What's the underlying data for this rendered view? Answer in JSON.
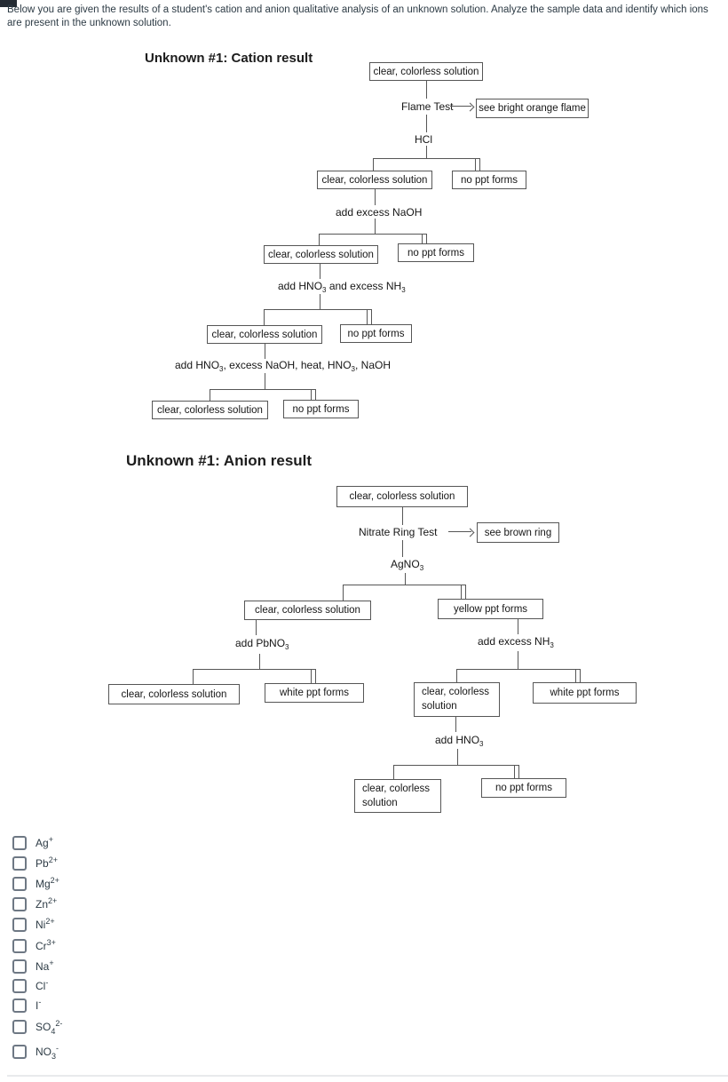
{
  "page": {
    "prompt": "Below you are given the results of a student's cation and anion qualitative analysis of an unknown solution. Analyze the sample data and identify which ions are present in the unknown solution."
  },
  "colors": {
    "body_text": "#2d3b45",
    "flowchart_line": "#565656"
  },
  "cation": {
    "title": "Unknown #1: Cation result",
    "root": "clear, colorless solution",
    "flame_test": {
      "label": "Flame Test",
      "result": "see bright orange flame"
    },
    "steps": [
      {
        "reagent": [
          {
            "t": "HCl"
          }
        ],
        "left": "clear, colorless solution",
        "right": "no ppt forms"
      },
      {
        "reagent": [
          {
            "t": "add excess NaOH"
          }
        ],
        "left": "clear, colorless solution",
        "right": "no ppt forms"
      },
      {
        "reagent": [
          {
            "t": "add HNO"
          },
          {
            "sub": "3"
          },
          {
            "t": " and excess NH"
          },
          {
            "sub": "3"
          }
        ],
        "left": "clear, colorless solution",
        "right": "no ppt forms"
      },
      {
        "reagent": [
          {
            "t": "add HNO"
          },
          {
            "sub": "3"
          },
          {
            "t": ", excess NaOH, heat, HNO"
          },
          {
            "sub": "3"
          },
          {
            "t": ", NaOH"
          }
        ],
        "left": "clear, colorless solution",
        "right": "no ppt forms"
      }
    ]
  },
  "anion": {
    "title": "Unknown #1: Anion result",
    "root": "clear, colorless solution",
    "ring_test": {
      "label": "Nitrate Ring Test",
      "result": "see brown ring"
    },
    "agno3": [
      {
        "t": "AgNO"
      },
      {
        "sub": "3"
      }
    ],
    "split": {
      "left": "clear, colorless solution",
      "right": "yellow ppt forms"
    },
    "pbno3_step": {
      "reagent": [
        {
          "t": "add PbNO"
        },
        {
          "sub": "3"
        }
      ],
      "left": "clear, colorless solution",
      "right": "white ppt forms"
    },
    "nh3_step": {
      "reagent": [
        {
          "t": "add excess NH"
        },
        {
          "sub": "3"
        }
      ],
      "left": "clear, colorless solution",
      "right": "white ppt forms"
    },
    "hno3_step": {
      "reagent": [
        {
          "t": "add HNO"
        },
        {
          "sub": "3"
        }
      ],
      "left": "clear, colorless solution",
      "right": "no ppt forms"
    }
  },
  "ions": [
    {
      "checked": false,
      "formula": [
        {
          "t": "Ag"
        },
        {
          "sup": "+"
        }
      ]
    },
    {
      "checked": false,
      "formula": [
        {
          "t": "Pb"
        },
        {
          "sup": "2+"
        }
      ]
    },
    {
      "checked": false,
      "formula": [
        {
          "t": "Mg"
        },
        {
          "sup": "2+"
        }
      ]
    },
    {
      "checked": false,
      "formula": [
        {
          "t": "Zn"
        },
        {
          "sup": "2+"
        }
      ]
    },
    {
      "checked": false,
      "formula": [
        {
          "t": "Ni"
        },
        {
          "sup": "2+"
        }
      ]
    },
    {
      "checked": false,
      "formula": [
        {
          "t": "Cr"
        },
        {
          "sup": "3+"
        }
      ]
    },
    {
      "checked": false,
      "formula": [
        {
          "t": "Na"
        },
        {
          "sup": "+"
        }
      ]
    },
    {
      "checked": false,
      "formula": [
        {
          "t": "Cl"
        },
        {
          "sup": "-"
        }
      ]
    },
    {
      "checked": false,
      "formula": [
        {
          "t": "I"
        },
        {
          "sup": "-"
        }
      ]
    },
    {
      "checked": false,
      "formula": [
        {
          "t": "SO"
        },
        {
          "sub": "4"
        },
        {
          "sup": "2-"
        }
      ]
    },
    {
      "checked": false,
      "formula": [
        {
          "t": "NO"
        },
        {
          "sub": "3"
        },
        {
          "sup": "-"
        }
      ]
    }
  ]
}
